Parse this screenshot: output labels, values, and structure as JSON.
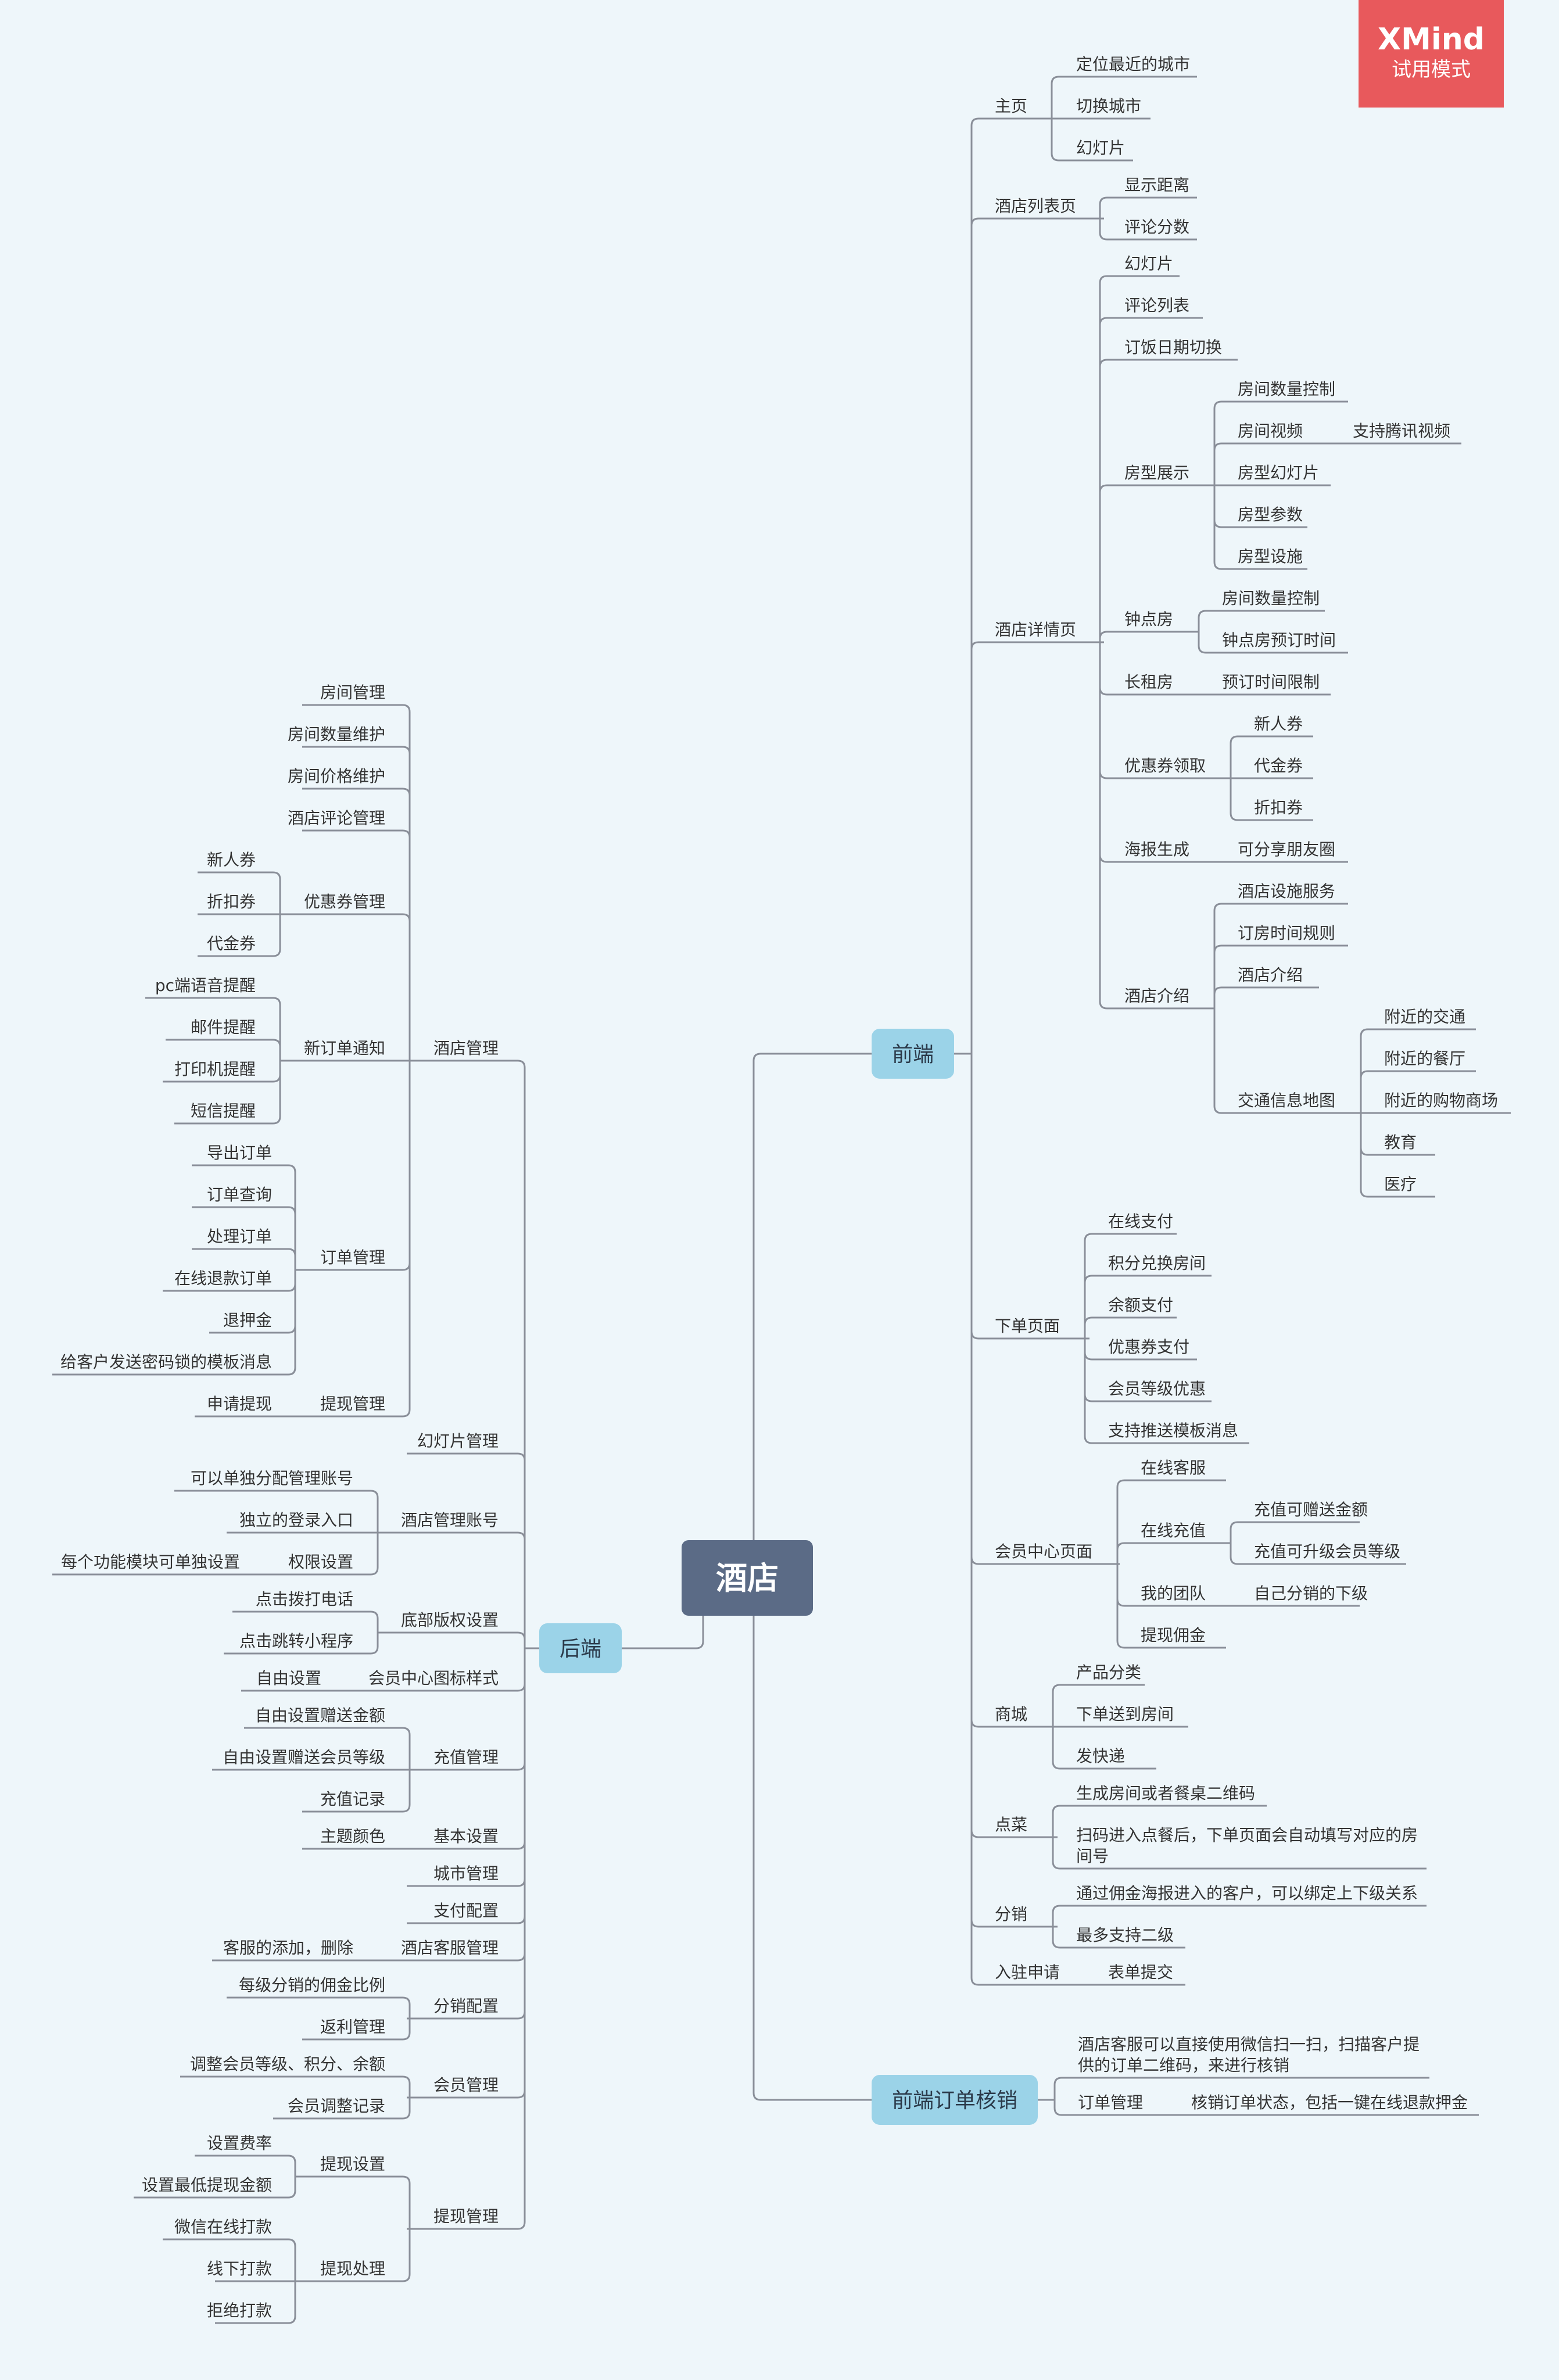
{
  "badge": {
    "brand": "XMind",
    "mode": "试用模式"
  },
  "colors": {
    "root": "#5b6b86",
    "main": "#9bd3e8",
    "line": "#8a8f99",
    "text": "#333333",
    "badge": "#e8595c"
  },
  "mindmap": {
    "root": "酒店",
    "branches": [
      {
        "label": "前端",
        "children": [
          {
            "label": "主页",
            "children": [
              {
                "label": "定位最近的城市"
              },
              {
                "label": "切换城市"
              },
              {
                "label": "幻灯片"
              }
            ]
          },
          {
            "label": "酒店列表页",
            "children": [
              {
                "label": "显示距离"
              },
              {
                "label": "评论分数"
              }
            ]
          },
          {
            "label": "酒店详情页",
            "children": [
              {
                "label": "幻灯片"
              },
              {
                "label": "评论列表"
              },
              {
                "label": "订饭日期切换"
              },
              {
                "label": "房型展示",
                "children": [
                  {
                    "label": "房间数量控制"
                  },
                  {
                    "label": "房间视频",
                    "children": [
                      {
                        "label": "支持腾讯视频"
                      }
                    ]
                  },
                  {
                    "label": "房型幻灯片"
                  },
                  {
                    "label": "房型参数"
                  },
                  {
                    "label": "房型设施"
                  }
                ]
              },
              {
                "label": "钟点房",
                "children": [
                  {
                    "label": "房间数量控制"
                  },
                  {
                    "label": "钟点房预订时间"
                  }
                ]
              },
              {
                "label": "长租房",
                "children": [
                  {
                    "label": "预订时间限制"
                  }
                ]
              },
              {
                "label": "优惠券领取",
                "children": [
                  {
                    "label": "新人券"
                  },
                  {
                    "label": "代金券"
                  },
                  {
                    "label": "折扣券"
                  }
                ]
              },
              {
                "label": "海报生成",
                "children": [
                  {
                    "label": "可分享朋友圈"
                  }
                ]
              },
              {
                "label": "酒店介绍",
                "children": [
                  {
                    "label": "酒店设施服务"
                  },
                  {
                    "label": "订房时间规则"
                  },
                  {
                    "label": "酒店介绍"
                  },
                  {
                    "label": "交通信息地图",
                    "children": [
                      {
                        "label": "附近的交通"
                      },
                      {
                        "label": "附近的餐厅"
                      },
                      {
                        "label": "附近的购物商场"
                      },
                      {
                        "label": "教育"
                      },
                      {
                        "label": "医疗"
                      }
                    ]
                  }
                ]
              }
            ]
          },
          {
            "label": "下单页面",
            "children": [
              {
                "label": "在线支付"
              },
              {
                "label": "积分兑换房间"
              },
              {
                "label": "余额支付"
              },
              {
                "label": "优惠券支付"
              },
              {
                "label": "会员等级优惠"
              },
              {
                "label": "支持推送模板消息"
              }
            ]
          },
          {
            "label": "会员中心页面",
            "children": [
              {
                "label": "在线客服"
              },
              {
                "label": "在线充值",
                "children": [
                  {
                    "label": "充值可赠送金额"
                  },
                  {
                    "label": "充值可升级会员等级"
                  }
                ]
              },
              {
                "label": "我的团队",
                "children": [
                  {
                    "label": "自己分销的下级"
                  }
                ]
              },
              {
                "label": "提现佣金"
              }
            ]
          },
          {
            "label": "商城",
            "children": [
              {
                "label": "产品分类"
              },
              {
                "label": "下单送到房间"
              },
              {
                "label": "发快递"
              }
            ]
          },
          {
            "label": "点菜",
            "children": [
              {
                "label": "生成房间或者餐桌二维码"
              },
              {
                "label": "扫码进入点餐后，下单页面会自动填写对应的房",
                "line2": "间号"
              }
            ]
          },
          {
            "label": "分销",
            "children": [
              {
                "label": "通过佣金海报进入的客户，可以绑定上下级关系"
              },
              {
                "label": "最多支持二级"
              }
            ]
          },
          {
            "label": "入驻申请",
            "children": [
              {
                "label": "表单提交"
              }
            ]
          }
        ]
      },
      {
        "label": "前端订单核销",
        "children": [
          {
            "label": "酒店客服可以直接使用微信扫一扫，扫描客户提",
            "line2": "供的订单二维码，来进行核销"
          },
          {
            "label": "订单管理",
            "children": [
              {
                "label": "核销订单状态，包括一键在线退款押金"
              }
            ]
          }
        ]
      },
      {
        "label": "后端",
        "children": [
          {
            "label": "酒店管理",
            "children": [
              {
                "label": "房间管理"
              },
              {
                "label": "房间数量维护"
              },
              {
                "label": "房间价格维护"
              },
              {
                "label": "酒店评论管理"
              },
              {
                "label": "优惠券管理",
                "children": [
                  {
                    "label": "新人券"
                  },
                  {
                    "label": "折扣券"
                  },
                  {
                    "label": "代金券"
                  }
                ]
              },
              {
                "label": "新订单通知",
                "children": [
                  {
                    "label": "pc端语音提醒"
                  },
                  {
                    "label": "邮件提醒"
                  },
                  {
                    "label": "打印机提醒"
                  },
                  {
                    "label": "短信提醒"
                  }
                ]
              },
              {
                "label": "订单管理",
                "children": [
                  {
                    "label": "导出订单"
                  },
                  {
                    "label": "订单查询"
                  },
                  {
                    "label": "处理订单"
                  },
                  {
                    "label": "在线退款订单"
                  },
                  {
                    "label": "退押金"
                  },
                  {
                    "label": "给客户发送密码锁的模板消息"
                  }
                ]
              },
              {
                "label": "提现管理",
                "children": [
                  {
                    "label": "申请提现"
                  }
                ]
              }
            ]
          },
          {
            "label": "幻灯片管理"
          },
          {
            "label": "酒店管理账号",
            "children": [
              {
                "label": "可以单独分配管理账号"
              },
              {
                "label": "独立的登录入口"
              },
              {
                "label": "权限设置",
                "children": [
                  {
                    "label": "每个功能模块可单独设置"
                  }
                ]
              }
            ]
          },
          {
            "label": "底部版权设置",
            "children": [
              {
                "label": "点击拨打电话"
              },
              {
                "label": "点击跳转小程序"
              }
            ]
          },
          {
            "label": "会员中心图标样式",
            "children": [
              {
                "label": "自由设置"
              }
            ]
          },
          {
            "label": "充值管理",
            "children": [
              {
                "label": "自由设置赠送金额"
              },
              {
                "label": "自由设置赠送会员等级"
              },
              {
                "label": "充值记录"
              }
            ]
          },
          {
            "label": "基本设置",
            "children": [
              {
                "label": "主题颜色"
              }
            ]
          },
          {
            "label": "城市管理"
          },
          {
            "label": "支付配置"
          },
          {
            "label": "酒店客服管理",
            "children": [
              {
                "label": "客服的添加，删除"
              }
            ]
          },
          {
            "label": "分销配置",
            "children": [
              {
                "label": "每级分销的佣金比例"
              },
              {
                "label": "返利管理"
              }
            ]
          },
          {
            "label": "会员管理",
            "children": [
              {
                "label": "调整会员等级、积分、余额"
              },
              {
                "label": "会员调整记录"
              }
            ]
          },
          {
            "label": "提现管理",
            "children": [
              {
                "label": "提现设置",
                "children": [
                  {
                    "label": "设置费率"
                  },
                  {
                    "label": "设置最低提现金额"
                  }
                ]
              },
              {
                "label": "提现处理",
                "children": [
                  {
                    "label": "微信在线打款"
                  },
                  {
                    "label": "线下打款"
                  },
                  {
                    "label": "拒绝打款"
                  }
                ]
              }
            ]
          }
        ]
      }
    ]
  }
}
